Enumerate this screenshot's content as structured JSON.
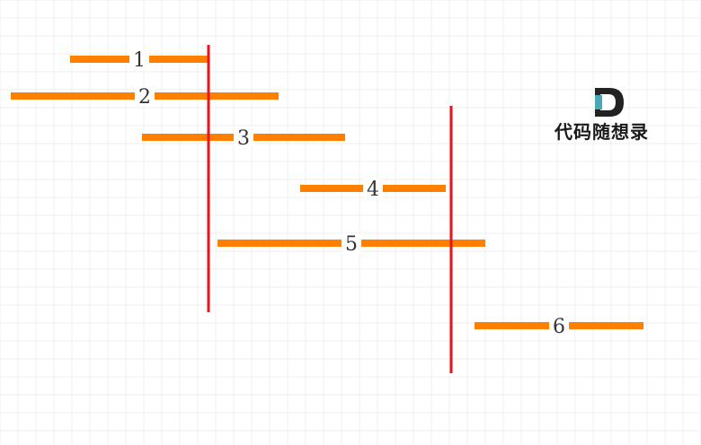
{
  "diagram": {
    "segments": [
      {
        "label": "1"
      },
      {
        "label": "2"
      },
      {
        "label": "3"
      },
      {
        "label": "4"
      },
      {
        "label": "5"
      },
      {
        "label": "6"
      }
    ],
    "arrow_lines": 2,
    "colors": {
      "segment": "#ff7f00",
      "arrow": "#e8141e",
      "grid_major": "#e3e3e3",
      "grid_minor": "#efefef",
      "label_bg": "#ffffff"
    }
  },
  "logo": {
    "text": "代码随想录",
    "colors": {
      "dark": "#222222",
      "teal": "#4aa7b3"
    }
  }
}
